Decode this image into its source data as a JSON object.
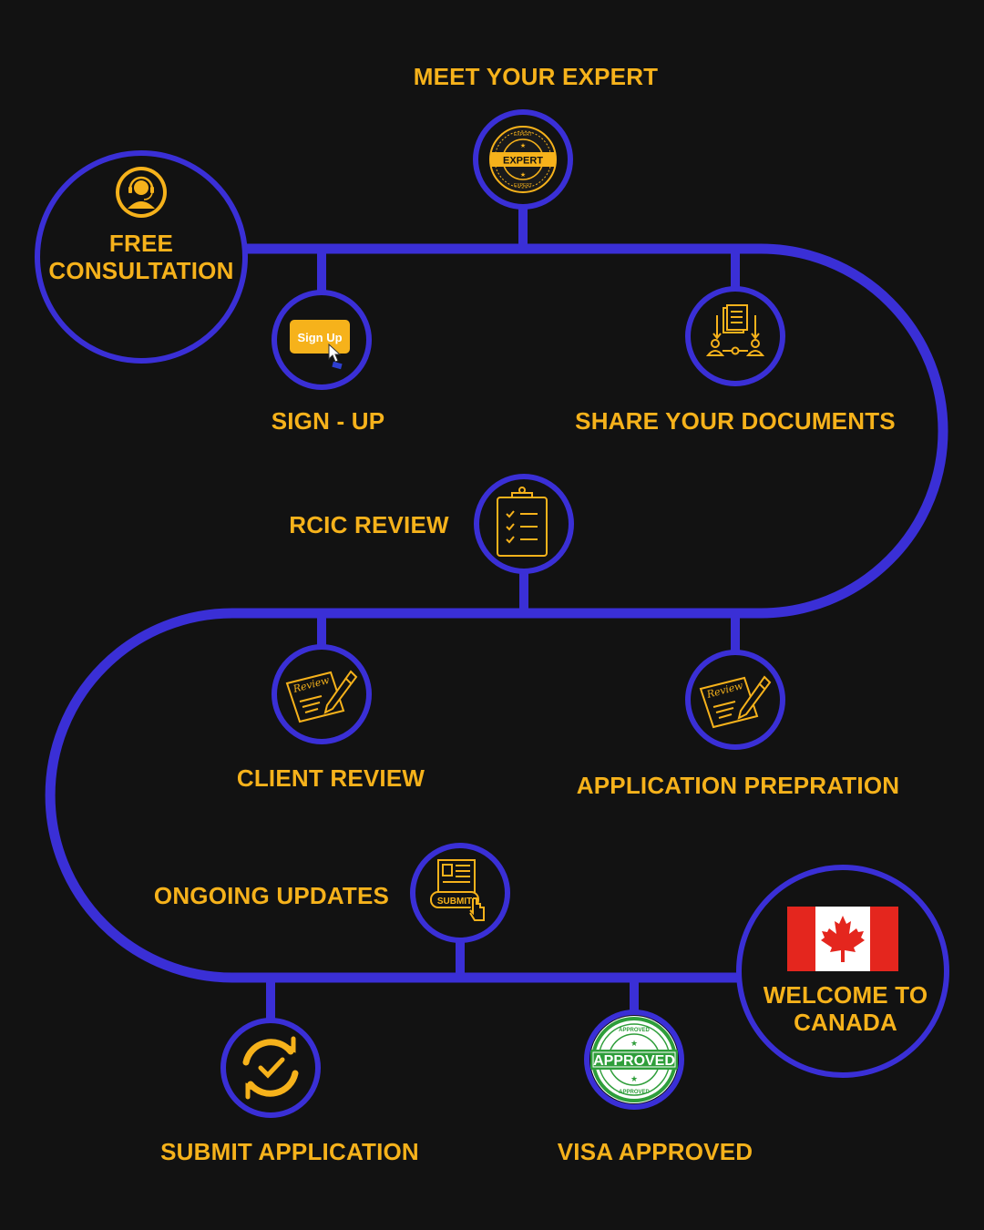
{
  "colors": {
    "background": "#121212",
    "path": "#3A2FD6",
    "accent": "#F6B21B",
    "flag_red": "#E4261E",
    "approved_green": "#2E9E3A"
  },
  "steps": {
    "meet_expert": {
      "label": "MEET YOUR EXPERT",
      "icon": "expert-badge-icon",
      "badge_text": "EXPERT",
      "badge_ring_text": "EXPERT"
    },
    "free_consultation": {
      "label_line1": "FREE",
      "label_line2": "CONSULTATION",
      "icon": "headset-agent-icon"
    },
    "sign_up": {
      "label": "SIGN - UP",
      "icon": "sign-up-button-icon",
      "button_text": "Sign Up"
    },
    "share_documents": {
      "label": "SHARE YOUR DOCUMENTS",
      "icon": "document-sharing-icon"
    },
    "rcic_review": {
      "label": "RCIC REVIEW",
      "icon": "clipboard-checklist-icon"
    },
    "client_review": {
      "label": "CLIENT REVIEW",
      "icon": "review-pen-icon",
      "paper_text": "Review"
    },
    "application_preparation": {
      "label": "APPLICATION PREPRATION",
      "icon": "review-pen-icon",
      "paper_text": "Review"
    },
    "ongoing_updates": {
      "label": "ONGOING UPDATES",
      "icon": "submit-form-icon",
      "button_text": "SUBMIT"
    },
    "submit_application": {
      "label": "SUBMIT APPLICATION",
      "icon": "refresh-check-icon"
    },
    "visa_approved": {
      "label": "VISA APPROVED",
      "icon": "approved-stamp-icon",
      "stamp_text": "APPROVED",
      "stamp_ring_text": "APPROVED"
    },
    "welcome_canada": {
      "label_line1": "WELCOME TO",
      "label_line2": "CANADA",
      "icon": "canada-flag-icon"
    }
  }
}
